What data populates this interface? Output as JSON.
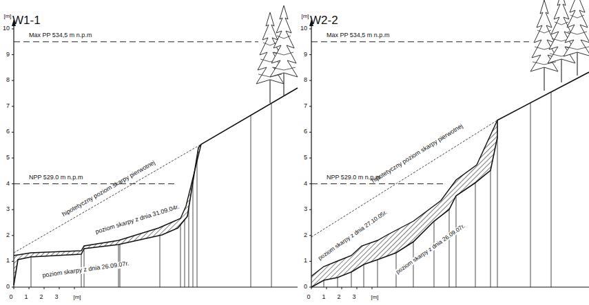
{
  "diagram": {
    "labels": [
      "W1-1",
      "[m]",
      "10",
      "9",
      "8",
      "7",
      "6",
      "5",
      "4",
      "3",
      "2",
      "1",
      "0",
      "0",
      "1",
      "2",
      "3",
      "[m]",
      "Max PP 534,5 m n.p.m",
      "NPP 529.0 m n.p.m",
      "hipotetyczny poziom skarpy pierwotnej",
      "poziom skarpy z dnia 31.09.04r.",
      "poziom skarpy z dnia 26.09.07r.",
      "W2-2",
      "[m]",
      "10",
      "9",
      "8",
      "7",
      "6",
      "5",
      "4",
      "3",
      "2",
      "1",
      "0",
      "0",
      "1",
      "2",
      "3",
      "[m]",
      "Max PP 534,5 m n.p.m",
      "NPP 529.0 m n.p.m",
      "hipotetyczny poziom skarpy pierwotnej",
      "poziom skarpy z dnia 27.10.05r.",
      "poziom skarpy z dnia 26.09.07r."
    ]
  }
}
